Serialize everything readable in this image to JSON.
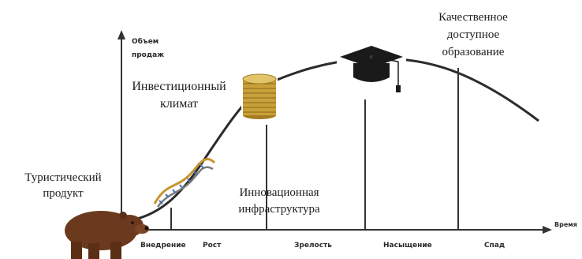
{
  "axes": {
    "y_label_line1": "Объем",
    "y_label_line2": "продаж",
    "x_label": "Время"
  },
  "stages": [
    {
      "label": "Внедрение"
    },
    {
      "label": "Рост"
    },
    {
      "label": "Зрелость"
    },
    {
      "label": "Насыщение"
    },
    {
      "label": "Спад"
    }
  ],
  "annotations": {
    "tourist_product_line1": "Туристический",
    "tourist_product_line2": "продукт",
    "innovation_infra_line1": "Инновационная",
    "innovation_infra_line2": "инфраструктура",
    "investment_climate_line1": "Инвестиционный",
    "investment_climate_line2": "климат",
    "education_line1": "Качественное",
    "education_line2": "доступное",
    "education_line3": "образование"
  },
  "icons": [
    "bear-icon",
    "dna-icon",
    "coins-icon",
    "graduation-cap-icon"
  ],
  "colors": {
    "curve": "#2b2b2b",
    "axes": "#333333",
    "bear": "#6b3a1e",
    "coins": "#c9a13a",
    "cap": "#1a1a1a",
    "dna_strand": "#c8942e"
  }
}
